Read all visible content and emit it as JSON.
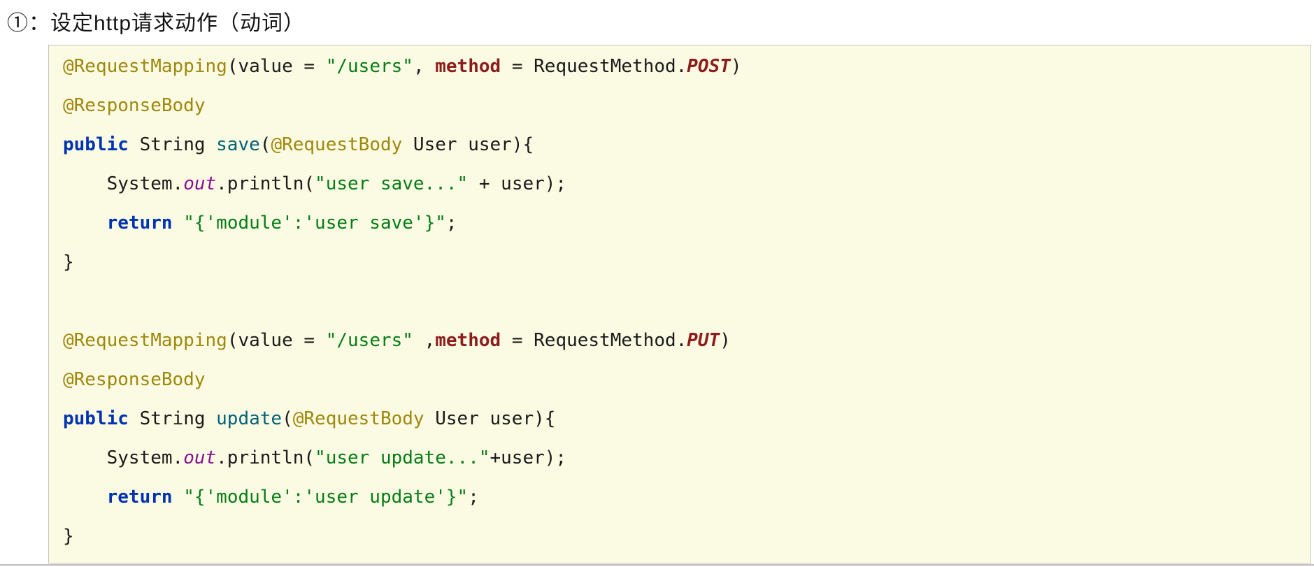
{
  "heading": "①：设定http请求动作（动词）",
  "colors": {
    "annotation": "#9E880D",
    "string": "#067D17",
    "keyword": "#0033B3",
    "method_name": "#00627A",
    "field": "#871094",
    "constant": "#8C1D1D",
    "code_background": "#FBFAE2",
    "border": "#C3C3C3"
  },
  "code": {
    "language": "java",
    "lines": [
      [
        {
          "t": "@RequestMapping",
          "c": "ann"
        },
        {
          "t": "(value = ",
          "c": "pln"
        },
        {
          "t": "\"/users\"",
          "c": "str"
        },
        {
          "t": ", ",
          "c": "pln"
        },
        {
          "t": "method",
          "c": "attr"
        },
        {
          "t": " = RequestMethod.",
          "c": "pln"
        },
        {
          "t": "POST",
          "c": "cst"
        },
        {
          "t": ")",
          "c": "pln"
        }
      ],
      [
        {
          "t": "@ResponseBody",
          "c": "ann"
        }
      ],
      [
        {
          "t": "public ",
          "c": "kw"
        },
        {
          "t": "String ",
          "c": "pln"
        },
        {
          "t": "save",
          "c": "mth"
        },
        {
          "t": "(",
          "c": "pln"
        },
        {
          "t": "@RequestBody",
          "c": "ann"
        },
        {
          "t": " User user){",
          "c": "pln"
        }
      ],
      [
        {
          "t": "    System.",
          "c": "pln"
        },
        {
          "t": "out",
          "c": "fld"
        },
        {
          "t": ".println(",
          "c": "pln"
        },
        {
          "t": "\"user save...\"",
          "c": "str"
        },
        {
          "t": " + user);",
          "c": "pln"
        }
      ],
      [
        {
          "t": "    ",
          "c": "pln"
        },
        {
          "t": "return ",
          "c": "kw"
        },
        {
          "t": "\"{'module':'user save'}\"",
          "c": "str"
        },
        {
          "t": ";",
          "c": "pln"
        }
      ],
      [
        {
          "t": "}",
          "c": "pln"
        }
      ],
      [],
      [
        {
          "t": "@RequestMapping",
          "c": "ann"
        },
        {
          "t": "(value = ",
          "c": "pln"
        },
        {
          "t": "\"/users\"",
          "c": "str"
        },
        {
          "t": " ,",
          "c": "pln"
        },
        {
          "t": "method",
          "c": "attr"
        },
        {
          "t": " = RequestMethod.",
          "c": "pln"
        },
        {
          "t": "PUT",
          "c": "cst"
        },
        {
          "t": ")",
          "c": "pln"
        }
      ],
      [
        {
          "t": "@ResponseBody",
          "c": "ann"
        }
      ],
      [
        {
          "t": "public ",
          "c": "kw"
        },
        {
          "t": "String ",
          "c": "pln"
        },
        {
          "t": "update",
          "c": "mth"
        },
        {
          "t": "(",
          "c": "pln"
        },
        {
          "t": "@RequestBody",
          "c": "ann"
        },
        {
          "t": " User user){",
          "c": "pln"
        }
      ],
      [
        {
          "t": "    System.",
          "c": "pln"
        },
        {
          "t": "out",
          "c": "fld"
        },
        {
          "t": ".println(",
          "c": "pln"
        },
        {
          "t": "\"user update...\"",
          "c": "str"
        },
        {
          "t": "+user);",
          "c": "pln"
        }
      ],
      [
        {
          "t": "    ",
          "c": "pln"
        },
        {
          "t": "return ",
          "c": "kw"
        },
        {
          "t": "\"{'module':'user update'}\"",
          "c": "str"
        },
        {
          "t": ";",
          "c": "pln"
        }
      ],
      [
        {
          "t": "}",
          "c": "pln"
        }
      ]
    ]
  }
}
